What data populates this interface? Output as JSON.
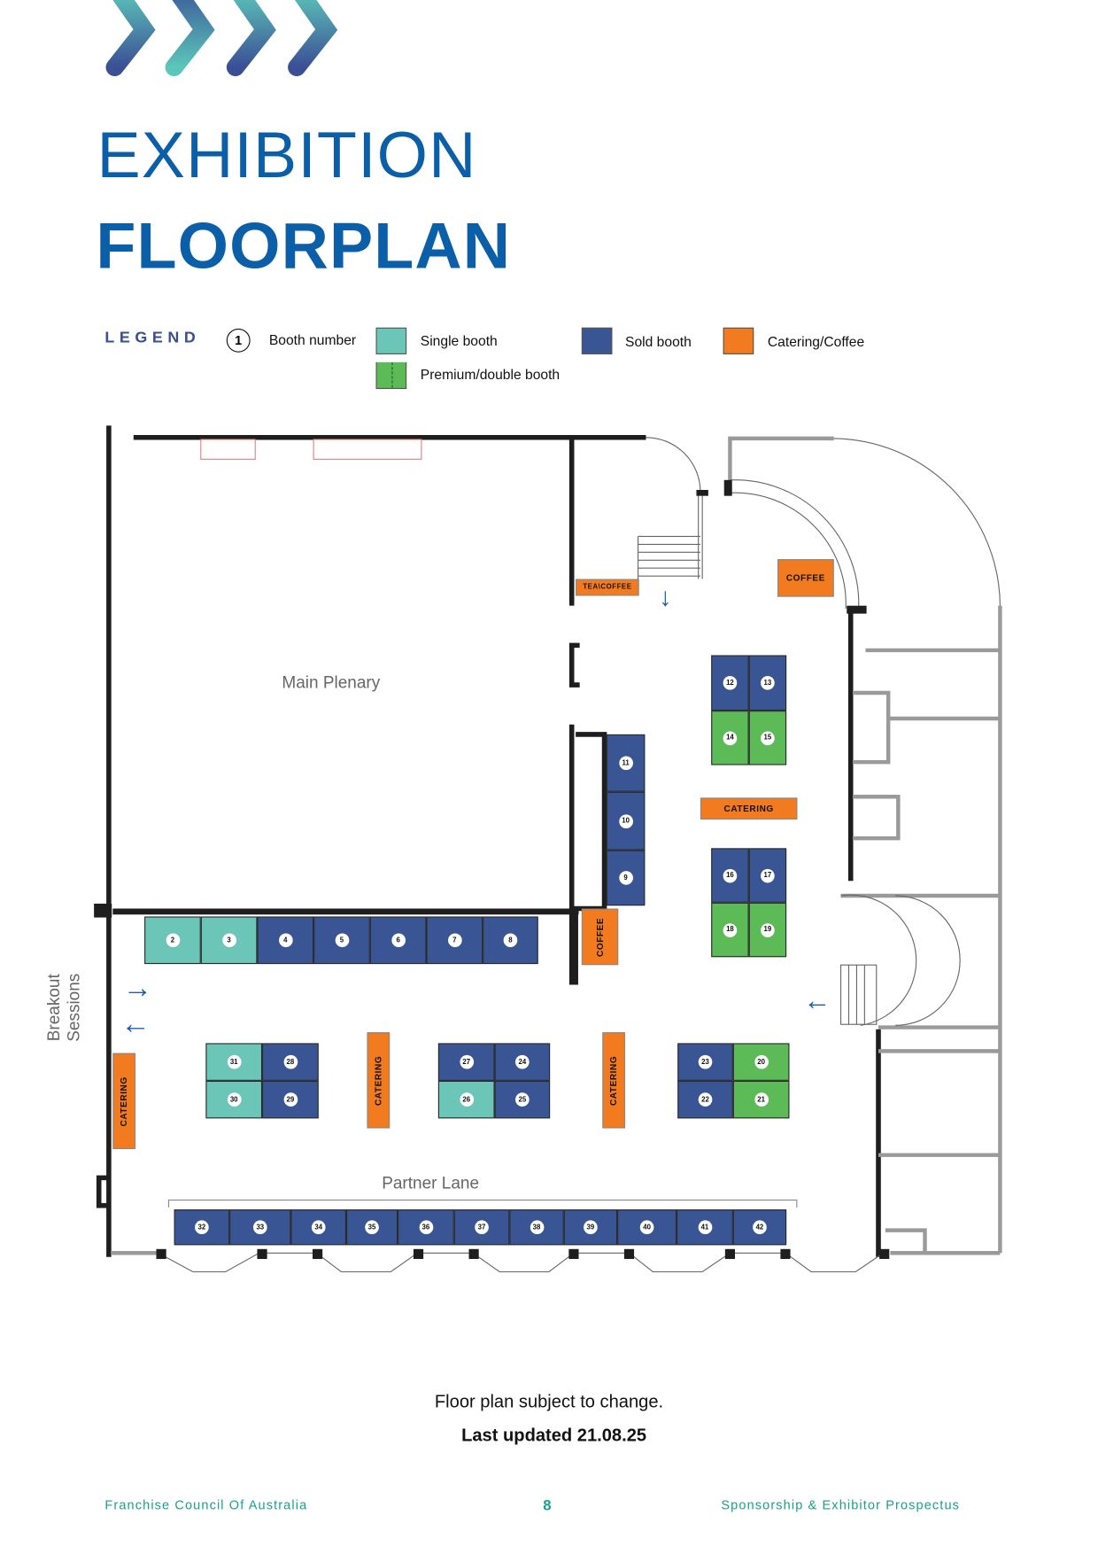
{
  "header": {
    "title_line1": "EXHIBITION",
    "title_line2": "FLOORPLAN"
  },
  "legend": {
    "heading": "LEGEND",
    "booth_number_sample": "1",
    "booth_number_label": "Booth number",
    "single_label": "Single booth",
    "premium_label": "Premium/double booth",
    "sold_label": "Sold booth",
    "catering_label": "Catering/Coffee"
  },
  "colors": {
    "single": "#6cc6b7",
    "sold": "#3a5594",
    "premium": "#5cba57",
    "catering": "#f27b20",
    "title": "#0a5fa8",
    "footer": "#1aa08a"
  },
  "areas": {
    "main_plenary": "Main Plenary",
    "breakout_line1": "Breakout",
    "breakout_line2": "Sessions",
    "partner_lane": "Partner Lane"
  },
  "catering": {
    "tea_coffee": "TEA\\COFFEE",
    "coffee_top": "COFFEE",
    "catering_mid": "CATERING",
    "coffee_vertical": "COFFEE",
    "catering_left": "CATERING",
    "catering_center_left": "CATERING",
    "catering_center_right": "CATERING"
  },
  "booths": [
    {
      "n": "2",
      "type": "single"
    },
    {
      "n": "3",
      "type": "single"
    },
    {
      "n": "4",
      "type": "sold"
    },
    {
      "n": "5",
      "type": "sold"
    },
    {
      "n": "6",
      "type": "sold"
    },
    {
      "n": "7",
      "type": "sold"
    },
    {
      "n": "8",
      "type": "sold"
    },
    {
      "n": "9",
      "type": "sold"
    },
    {
      "n": "10",
      "type": "sold"
    },
    {
      "n": "11",
      "type": "sold"
    },
    {
      "n": "12",
      "type": "sold"
    },
    {
      "n": "13",
      "type": "sold"
    },
    {
      "n": "14",
      "type": "premium"
    },
    {
      "n": "15",
      "type": "premium"
    },
    {
      "n": "16",
      "type": "sold"
    },
    {
      "n": "17",
      "type": "sold"
    },
    {
      "n": "18",
      "type": "premium"
    },
    {
      "n": "19",
      "type": "premium"
    },
    {
      "n": "20",
      "type": "premium"
    },
    {
      "n": "21",
      "type": "premium"
    },
    {
      "n": "22",
      "type": "sold"
    },
    {
      "n": "23",
      "type": "sold"
    },
    {
      "n": "24",
      "type": "sold"
    },
    {
      "n": "25",
      "type": "sold"
    },
    {
      "n": "26",
      "type": "single"
    },
    {
      "n": "27",
      "type": "sold"
    },
    {
      "n": "28",
      "type": "sold"
    },
    {
      "n": "29",
      "type": "sold"
    },
    {
      "n": "30",
      "type": "single"
    },
    {
      "n": "31",
      "type": "single"
    },
    {
      "n": "32",
      "type": "sold"
    },
    {
      "n": "33",
      "type": "sold"
    },
    {
      "n": "34",
      "type": "sold"
    },
    {
      "n": "35",
      "type": "sold"
    },
    {
      "n": "36",
      "type": "sold"
    },
    {
      "n": "37",
      "type": "sold"
    },
    {
      "n": "38",
      "type": "sold"
    },
    {
      "n": "39",
      "type": "sold"
    },
    {
      "n": "40",
      "type": "sold"
    },
    {
      "n": "41",
      "type": "sold"
    },
    {
      "n": "42",
      "type": "sold"
    }
  ],
  "notes": {
    "disclaimer": "Floor plan subject to change.",
    "updated": "Last updated 21.08.25"
  },
  "footer": {
    "left": "Franchise Council Of Australia",
    "page": "8",
    "right": "Sponsorship & Exhibitor Prospectus"
  }
}
